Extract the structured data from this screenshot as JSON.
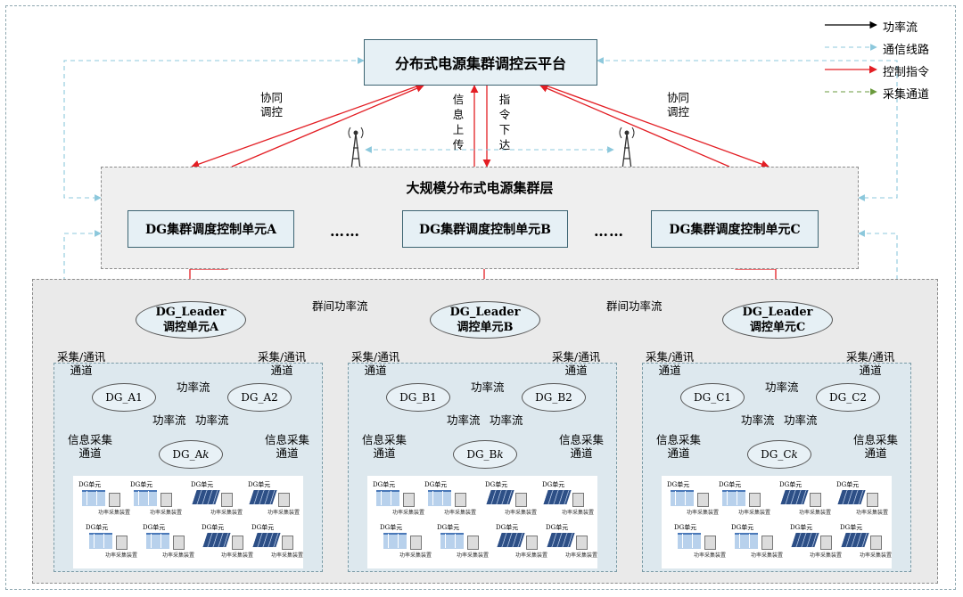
{
  "platform": {
    "title": "分布式电源集群调控云平台"
  },
  "legend": [
    {
      "label": "功率流",
      "color": "#000000",
      "style": "solid"
    },
    {
      "label": "通信线路",
      "color": "#8cc8dc",
      "style": "dashed"
    },
    {
      "label": "控制指令",
      "color": "#e31e24",
      "style": "solid"
    },
    {
      "label": "采集通道",
      "color": "#6a9a3c",
      "style": "dashed"
    }
  ],
  "top_links": {
    "coop_left": [
      "协同",
      "调控"
    ],
    "coop_right": [
      "协同",
      "调控"
    ],
    "info_upload": [
      "信",
      "息",
      "上",
      "传"
    ],
    "cmd_issue": [
      "指",
      "令",
      "下",
      "达"
    ]
  },
  "cluster_layer": {
    "title": "大规模分布式电源集群层",
    "units": [
      "DG集群调度控制单元A",
      "DG集群调度控制单元B",
      "DG集群调度控制单元C"
    ],
    "dots": "……"
  },
  "inter_flow_label": "群间功率流",
  "groups": [
    {
      "leader": [
        "DG_Leader",
        "调控单元A"
      ],
      "n1": "DG_A1",
      "n2": "DG_A2",
      "nk": "DG_A",
      "nk_suffix": "k",
      "flow": "功率流",
      "channel": [
        "采集/通讯",
        "通道"
      ],
      "info": [
        "信息采集",
        "通道"
      ]
    },
    {
      "leader": [
        "DG_Leader",
        "调控单元B"
      ],
      "n1": "DG_B1",
      "n2": "DG_B2",
      "nk": "DG_B",
      "nk_suffix": "k",
      "flow": "功率流",
      "channel": [
        "采集/通讯",
        "通道"
      ],
      "info": [
        "信息采集",
        "通道"
      ]
    },
    {
      "leader": [
        "DG_Leader",
        "调控单元C"
      ],
      "n1": "DG_C1",
      "n2": "DG_C2",
      "nk": "DG_C",
      "nk_suffix": "k",
      "flow": "功率流",
      "channel": [
        "采集/通讯",
        "通道"
      ],
      "info": [
        "信息采集",
        "通道"
      ]
    }
  ],
  "dg_cell": {
    "title": "DG单元",
    "caption": "功率采集装置"
  },
  "colors": {
    "power": "#000000",
    "comm": "#8cc8dc",
    "control": "#e31e24",
    "collect": "#6a9a3c"
  }
}
